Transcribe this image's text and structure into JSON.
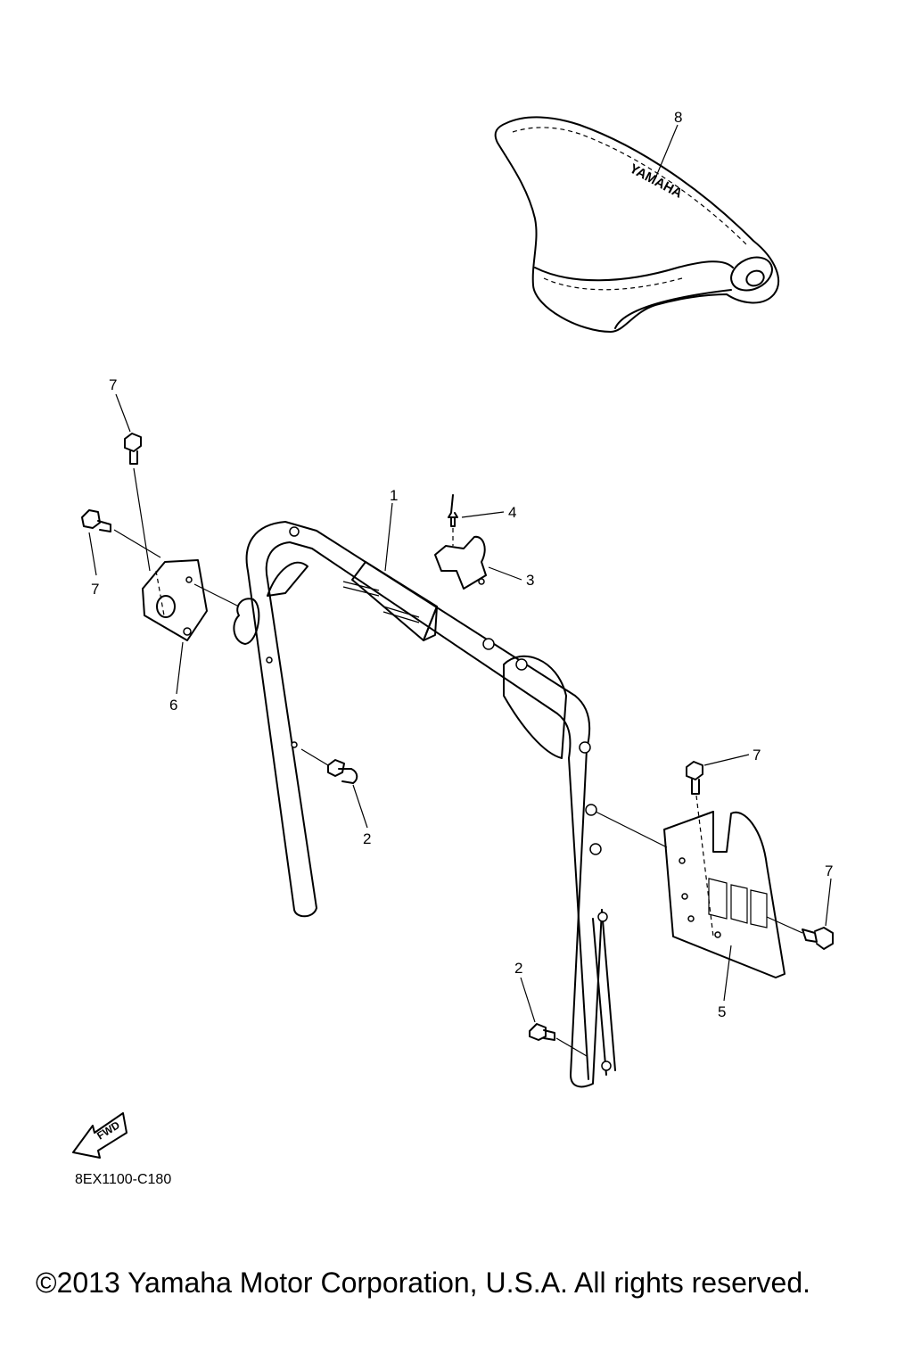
{
  "diagram": {
    "callouts": [
      {
        "id": "c8",
        "label": "8"
      },
      {
        "id": "c7a",
        "label": "7"
      },
      {
        "id": "c7b",
        "label": "7"
      },
      {
        "id": "c1",
        "label": "1"
      },
      {
        "id": "c4",
        "label": "4"
      },
      {
        "id": "c3",
        "label": "3"
      },
      {
        "id": "c6",
        "label": "6"
      },
      {
        "id": "c2a",
        "label": "2"
      },
      {
        "id": "c7c",
        "label": "7"
      },
      {
        "id": "c7d",
        "label": "7"
      },
      {
        "id": "c5",
        "label": "5"
      },
      {
        "id": "c2b",
        "label": "2"
      }
    ],
    "seat_brand": "YAMAHA",
    "fwd_label": "FWD",
    "part_code": "8EX1100-C180",
    "copyright": "©2013 Yamaha Motor Corporation, U.S.A. All rights reserved."
  }
}
